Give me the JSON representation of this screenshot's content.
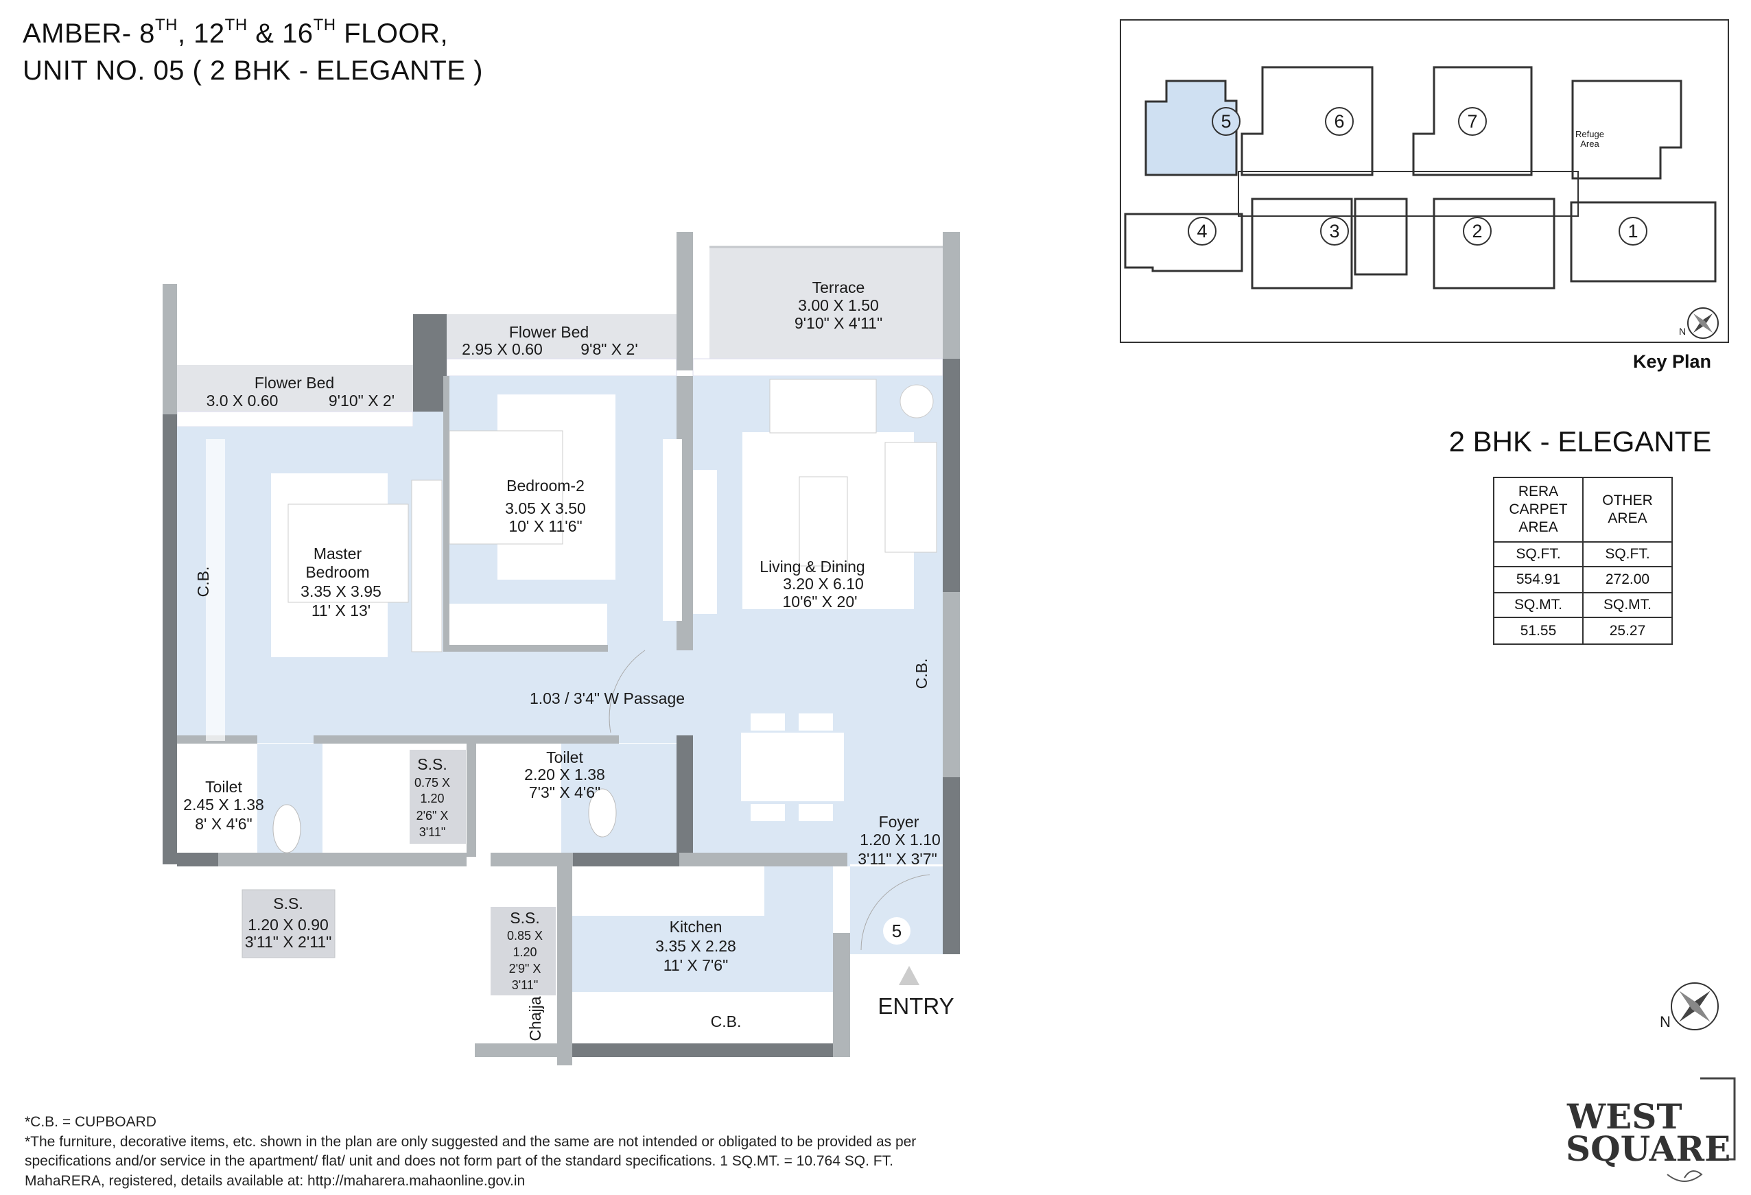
{
  "header": {
    "line1_prefix": "AMBER- 8",
    "sup1": "TH",
    "mid1": ", 12",
    "sup2": "TH",
    "mid2": " & 16",
    "sup3": "TH",
    "line1_suffix": " FLOOR,",
    "line2": "UNIT NO. 05 ( 2 BHK - ELEGANTE )"
  },
  "plan": {
    "terrace": {
      "name": "Terrace",
      "metric": "3.00 X 1.50",
      "imperial": "9'10\" X 4'11\""
    },
    "flower_bed_2": {
      "name": "Flower Bed",
      "metric": "2.95 X 0.60",
      "imperial": "9'8\" X 2'"
    },
    "flower_bed_1": {
      "name": "Flower Bed",
      "metric": "3.0 X 0.60",
      "imperial": "9'10\" X 2'"
    },
    "bedroom_2": {
      "name": "Bedroom-2",
      "metric": "3.05 X 3.50",
      "imperial": "10' X 11'6\""
    },
    "master_bedroom": {
      "name1": "Master",
      "name2": "Bedroom",
      "metric": "3.35 X 3.95",
      "imperial": "11' X 13'"
    },
    "living_dining": {
      "name": "Living & Dining",
      "metric": "3.20 X 6.10",
      "imperial": "10'6\" X 20'"
    },
    "passage": "1.03 / 3'4\" W Passage",
    "cb_label": "C.B.",
    "toilet_1": {
      "name": "Toilet",
      "metric": "2.45 X 1.38",
      "imperial": "8' X 4'6\""
    },
    "toilet_2": {
      "name": "Toilet",
      "metric": "2.20 X 1.38",
      "imperial": "7'3\" X 4'6\""
    },
    "ss_1": {
      "name": "S.S.",
      "l1": "0.75 X",
      "l2": "1.20",
      "l3": "2'6\" X",
      "l4": "3'11\""
    },
    "ss_2": {
      "name": "S.S.",
      "metric": "1.20 X 0.90",
      "imperial": "3'11\" X 2'11\""
    },
    "ss_3": {
      "name": "S.S.",
      "l1": "0.85 X",
      "l2": "1.20",
      "l3": "2'9\" X",
      "l4": "3'11\""
    },
    "foyer": {
      "name": "Foyer",
      "metric": "1.20 X 1.10",
      "imperial": "3'11\" X 3'7\""
    },
    "kitchen": {
      "name": "Kitchen",
      "metric": "3.35 X 2.28",
      "imperial": "11' X 7'6\""
    },
    "chajja": "Chajja",
    "unit_number": "5",
    "entry": "ENTRY",
    "compass_n": "N"
  },
  "key_plan": {
    "label": "Key Plan",
    "units": [
      "5",
      "6",
      "7",
      "4",
      "3",
      "2",
      "1"
    ],
    "highlighted_unit": "5",
    "refuge_line1": "Refuge",
    "refuge_line2": "Area",
    "compass_n": "N",
    "highlight_color": "#cfe0f2"
  },
  "area_table": {
    "title": "2 BHK - ELEGANTE",
    "headers": [
      "RERA CARPET AREA",
      "OTHER AREA"
    ],
    "header_lines": [
      [
        "RERA",
        "CARPET",
        "AREA"
      ],
      [
        "OTHER",
        "AREA"
      ]
    ],
    "rows": [
      [
        "SQ.FT.",
        "SQ.FT."
      ],
      [
        "554.91",
        "272.00"
      ],
      [
        "SQ.MT.",
        "SQ.MT."
      ],
      [
        "51.55",
        "25.27"
      ]
    ]
  },
  "footer": {
    "line1": "*C.B. = CUPBOARD",
    "line2": "*The furniture, decorative items, etc. shown in the plan are only suggested and the same are not intended or obligated to be provided as per",
    "line3": "specifications and/or service in the apartment/ flat/ unit and does not form part of the standard specifications. 1 SQ.MT. = 10.764 SQ. FT.",
    "line4": "MahaRERA, registered, details available at: http://maharera.mahaonline.gov.in"
  },
  "logo": {
    "line1": "WEST",
    "line2": "SQUARE"
  },
  "colors": {
    "floor": "#dbe7f4",
    "wall_dark": "#767b7f",
    "wall_light": "#b0b5b8",
    "balcony": "#e3e5e9"
  }
}
